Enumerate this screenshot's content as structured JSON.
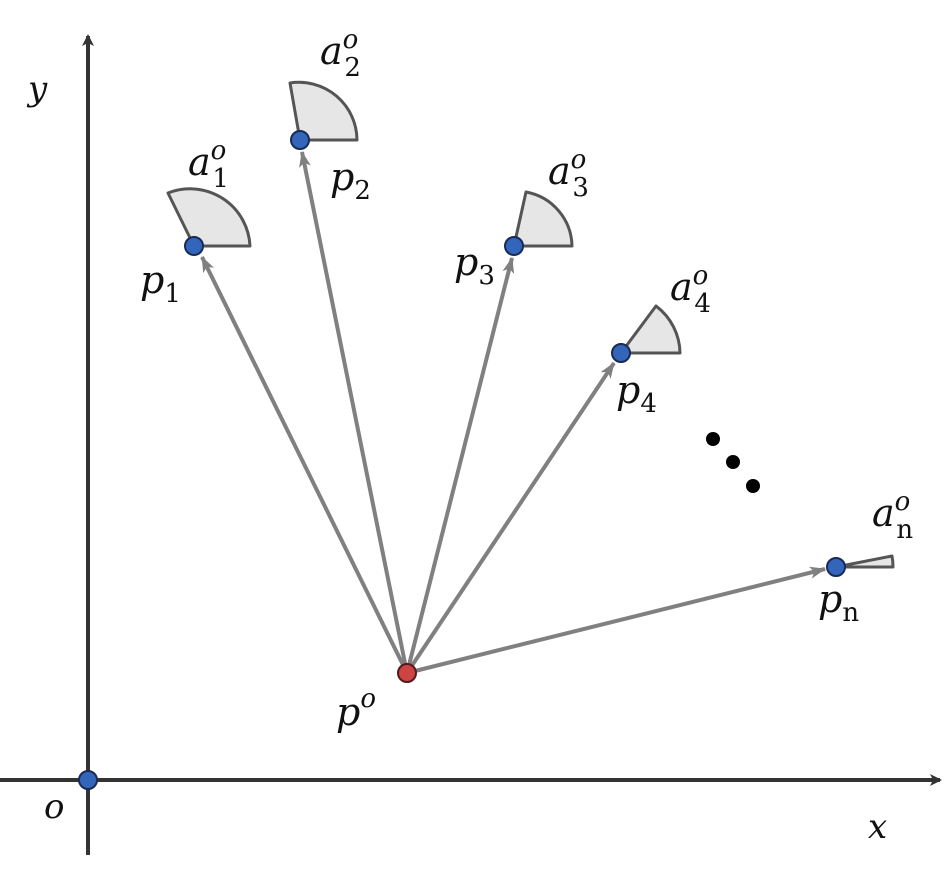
{
  "axes": {
    "x_label": "x",
    "y_label": "y",
    "origin_label": "o"
  },
  "origin_point": {
    "symbol": "p",
    "superscript": "o",
    "color": "#cc4444"
  },
  "targets": [
    {
      "symbol": "p",
      "subscript": "1",
      "angle_symbol": "a",
      "angle_subscript": "1",
      "angle_superscript": "o"
    },
    {
      "symbol": "p",
      "subscript": "2",
      "angle_symbol": "a",
      "angle_subscript": "2",
      "angle_superscript": "o"
    },
    {
      "symbol": "p",
      "subscript": "3",
      "angle_symbol": "a",
      "angle_subscript": "3",
      "angle_superscript": "o"
    },
    {
      "symbol": "p",
      "subscript": "4",
      "angle_symbol": "a",
      "angle_subscript": "4",
      "angle_superscript": "o"
    },
    {
      "symbol": "p",
      "subscript": "n",
      "angle_symbol": "a",
      "angle_subscript": "n",
      "angle_superscript": "o"
    }
  ],
  "colors": {
    "axis": "#333333",
    "arrow": "#808080",
    "target_point": "#3366bb",
    "sector_fill": "#e6e6e6",
    "sector_stroke": "#555555",
    "ellipsis_dots": "#000000"
  }
}
